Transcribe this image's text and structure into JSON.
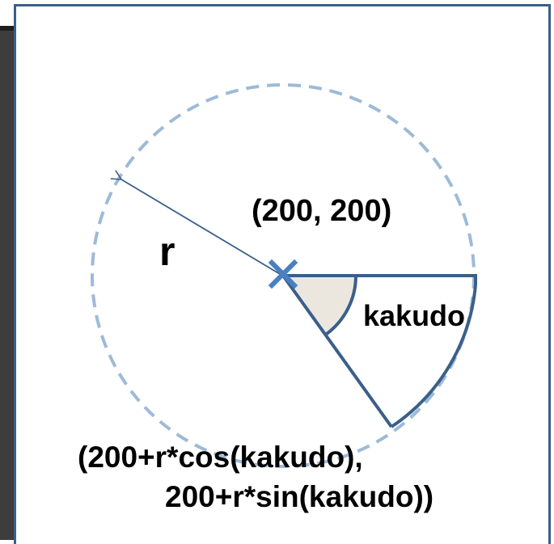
{
  "labels": {
    "center": "(200, 200)",
    "radius": "r",
    "angle": "kakudo",
    "point_formula_line1": "(200+r*cos(kakudo),",
    "point_formula_line2": "200+r*sin(kakudo))"
  },
  "colors": {
    "circle_dashed": "#9dbad8",
    "lines": "#3a5f8a",
    "center_mark": "#4a7fc1",
    "angle_fill": "#ebe7df",
    "slide_border": "#3a5f8a",
    "dark_strip": "#3d3d3d"
  }
}
